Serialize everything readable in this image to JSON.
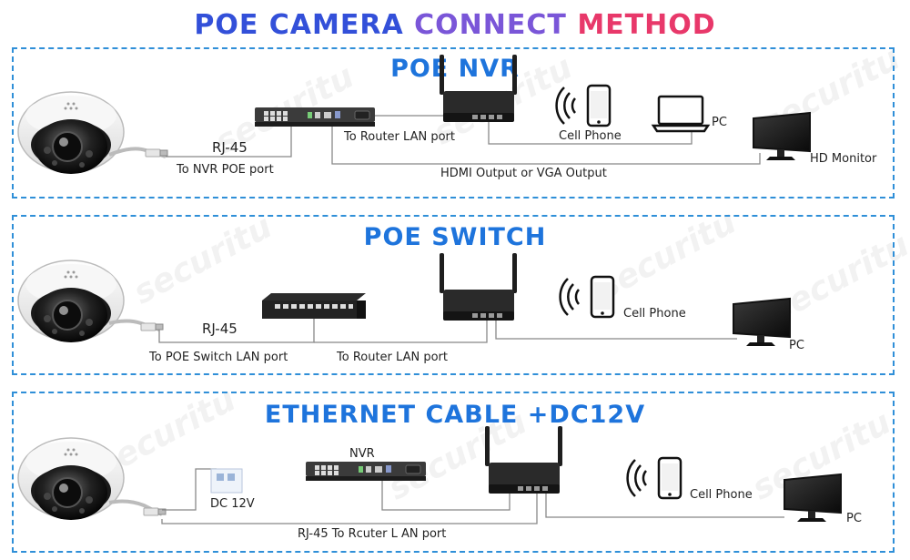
{
  "title": {
    "word1": "POE CAMERA",
    "word2": "CONNECT",
    "word3": "METHOD",
    "color1": "#3350d9",
    "color2": "#7a56d8",
    "color3": "#e8386a"
  },
  "accent": "#2f8fd8",
  "watermark": "securitu",
  "panels": [
    {
      "title": "POE NVR",
      "labels": {
        "rj45": "RJ-45",
        "to_nvr": "To NVR POE port",
        "to_router": "To Router LAN port",
        "cell_phone": "Cell Phone",
        "pc": "PC",
        "hdmi": "HDMI Output or VGA Output",
        "hd_monitor": "HD Monitor"
      }
    },
    {
      "title": "POE SWITCH",
      "labels": {
        "rj45": "RJ-45",
        "to_switch": "To POE Switch LAN port",
        "to_router": "To Router LAN port",
        "cell_phone": "Cell Phone",
        "pc": "PC"
      }
    },
    {
      "title": "ETHERNET CABLE +DC12V",
      "labels": {
        "nvr": "NVR",
        "dc12v": "DC 12V",
        "rj45_router": "RJ-45 To Rcuter L AN port",
        "cell_phone": "Cell Phone",
        "pc": "PC"
      }
    }
  ]
}
